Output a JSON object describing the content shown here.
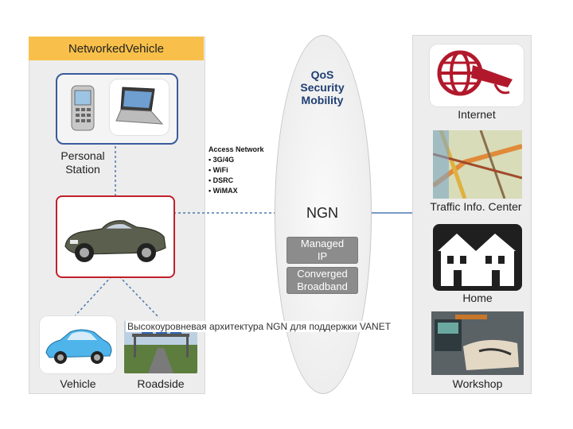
{
  "left_panel": {
    "header": "NetworkedVehicle",
    "personal_station_label_line1": "Personal",
    "personal_station_label_line2": "Station",
    "vehicle_label": "Vehicle",
    "roadside_label": "Roadside"
  },
  "access_network": {
    "title": "Access Network",
    "items": [
      "• 3G/4G",
      "• WiFi",
      "• DSRC",
      "• WiMAX"
    ]
  },
  "ngn": {
    "qos": "QoS",
    "security": "Security",
    "mobility": "Mobility",
    "title": "NGN",
    "managed_line1": "Managed",
    "managed_line2": "IP",
    "converged_line1": "Converged",
    "converged_line2": "Broadband"
  },
  "right_panel": {
    "internet_label": "Internet",
    "traffic_label": "Traffic Info. Center",
    "home_label": "Home",
    "workshop_label": "Workshop"
  },
  "caption": "Высокоуровневая архитектура NGN для поддержки VANET",
  "colors": {
    "header": "#f8c04a",
    "station_border": "#3a5a9c",
    "car_border": "#c0202a",
    "link": "#4a78b0",
    "ngn_text": "#1f3f73",
    "internet_red": "#b2182b"
  }
}
